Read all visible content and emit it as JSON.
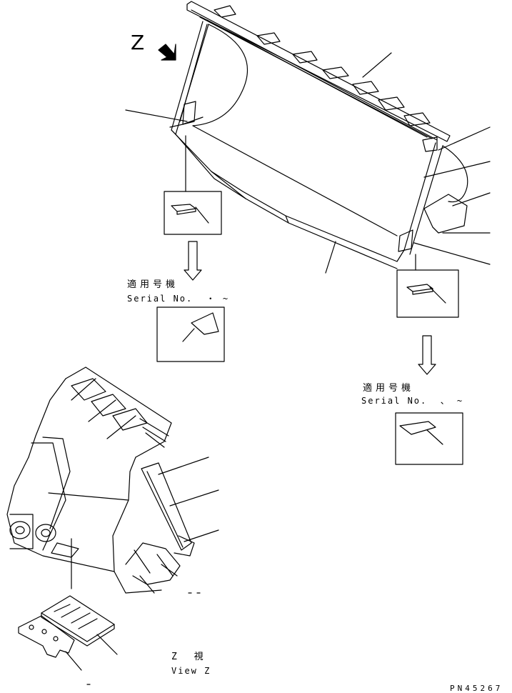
{
  "view_marker": "Z",
  "left_serial": {
    "applicable_jp": "適用号機",
    "serial_text": "Serial No.  ・ ~"
  },
  "right_serial": {
    "applicable_jp": "適用号機",
    "serial_text": "Serial No.  、 ~"
  },
  "view_z": {
    "jp": "Z 視",
    "en": "View Z"
  },
  "part_number": "PN45267"
}
